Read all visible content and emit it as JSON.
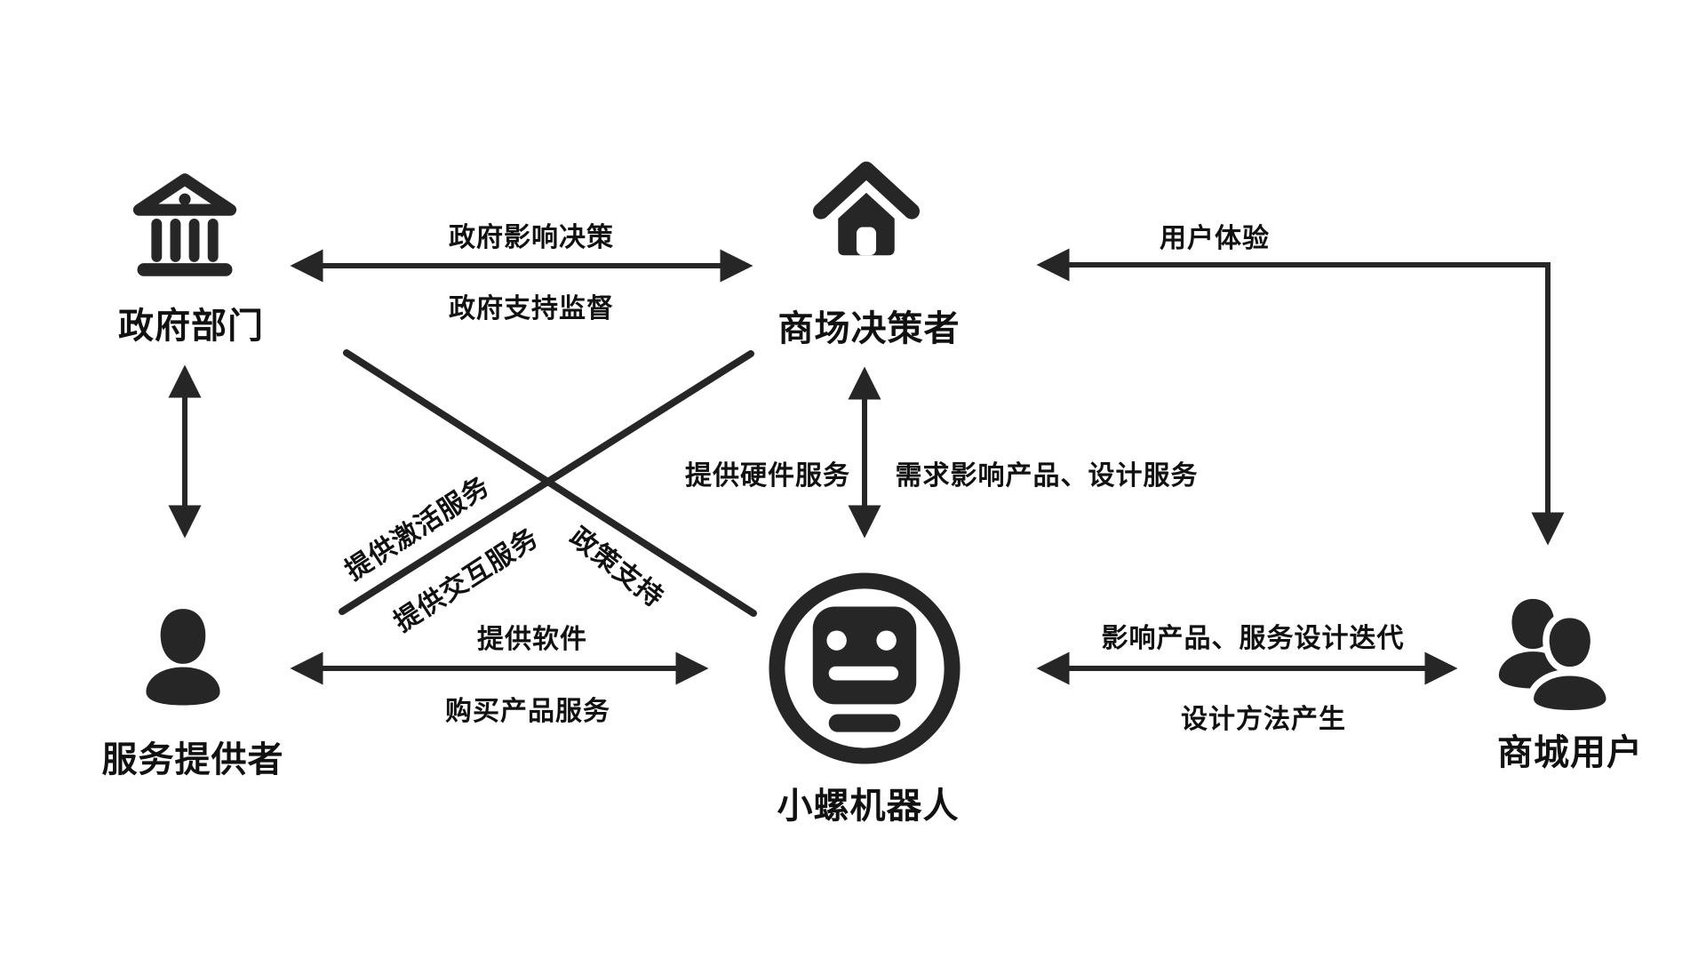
{
  "nodes": {
    "government": {
      "label": "政府部门",
      "icon": "bank-building-icon"
    },
    "mall_decider": {
      "label": "商场决策者",
      "icon": "home-icon"
    },
    "service_provider": {
      "label": "服务提供者",
      "icon": "person-icon"
    },
    "robot": {
      "label": "小螺机器人",
      "icon": "robot-face-icon"
    },
    "mall_users": {
      "label": "商城用户",
      "icon": "two-users-icon"
    }
  },
  "edges": {
    "government_mall": {
      "type": "double-arrow",
      "label_top": "政府影响决策",
      "label_bottom": "政府支持监督"
    },
    "mall_users_mall": {
      "type": "elbow-arrow",
      "label": "用户体验"
    },
    "mall_robot": {
      "type": "double-arrow",
      "label_left": "提供硬件服务",
      "label_right": "需求影响产品、设计服务"
    },
    "government_provider": {
      "type": "double-arrow",
      "label": ""
    },
    "provider_robot": {
      "type": "double-arrow",
      "label_top": "提供软件",
      "label_bottom": "购买产品服务"
    },
    "robot_users": {
      "type": "double-arrow",
      "label_top": "影响产品、服务设计迭代",
      "label_bottom": "设计方法产生"
    },
    "provider_mall_diagonal": {
      "type": "line",
      "label_above": "提供激活服务",
      "label_below": "提供交互服务"
    },
    "government_robot_diagonal": {
      "type": "line",
      "label": "政策支持"
    }
  },
  "colors": {
    "ink": "#262626",
    "text": "#111111",
    "background": "#ffffff"
  }
}
